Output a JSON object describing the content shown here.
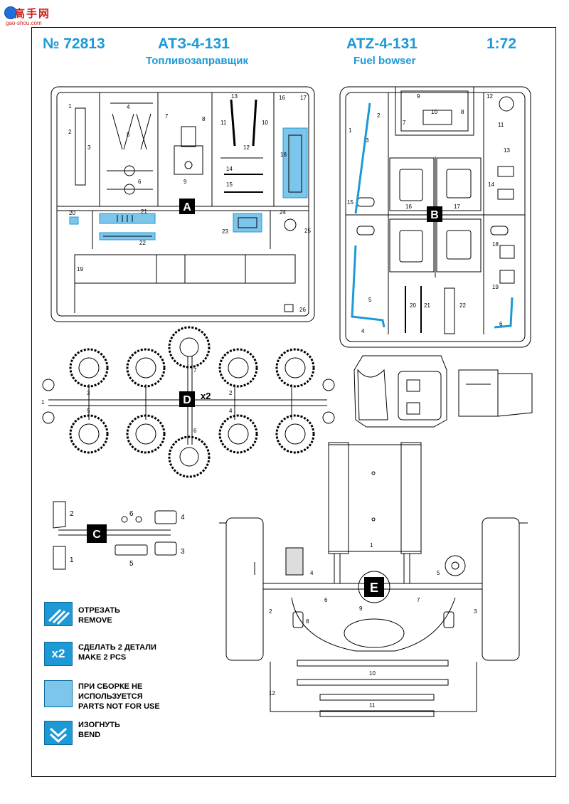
{
  "header": {
    "catalog_number": "№ 72813",
    "title_ru": "АТЗ-4-131",
    "subtitle_ru": "Топливозаправщик",
    "title_en": "ATZ-4-131",
    "subtitle_en": "Fuel bowser",
    "scale": "1:72"
  },
  "watermark": {
    "main": "高手网",
    "sub": "gao-shou.com"
  },
  "sprues": {
    "A": {
      "letter": "A",
      "part_numbers": [
        "1",
        "2",
        "3",
        "4",
        "5",
        "6",
        "7",
        "8",
        "9",
        "10",
        "11",
        "12",
        "13",
        "14",
        "15",
        "16",
        "17",
        "18",
        "19",
        "20",
        "21",
        "22",
        "23",
        "24",
        "25",
        "26"
      ]
    },
    "B": {
      "letter": "B",
      "part_numbers": [
        "1",
        "2",
        "3",
        "4",
        "5",
        "6",
        "7",
        "8",
        "9",
        "10",
        "11",
        "12",
        "13",
        "14",
        "15",
        "16",
        "17",
        "18",
        "19",
        "20",
        "21",
        "22"
      ]
    },
    "C": {
      "letter": "C",
      "part_numbers": [
        "1",
        "2",
        "3",
        "4",
        "5",
        "6"
      ]
    },
    "D": {
      "letter": "D",
      "multiplier": "x2",
      "part_numbers": [
        "1",
        "2",
        "3",
        "4",
        "5",
        "6",
        "7"
      ]
    },
    "E": {
      "letter": "E",
      "part_numbers": [
        "1",
        "2",
        "3",
        "4",
        "5",
        "6",
        "7",
        "8",
        "9",
        "10",
        "11",
        "12"
      ]
    }
  },
  "legend": [
    {
      "icon": "cut-icon",
      "text": "ОТРЕЗАТЬ\nREMOVE"
    },
    {
      "icon": "x2-icon",
      "icon_text": "x2",
      "text": "СДЕЛАТЬ  2 ДЕТАЛИ\nMAKE 2 PCS"
    },
    {
      "icon": "not-used-icon",
      "text": "ПРИ СБОРКЕ НЕ\nИСПОЛЬЗУЕТСЯ\nPARTS NOT FOR USE"
    },
    {
      "icon": "bend-icon",
      "text": "ИЗОГНУТЬ\nBEND"
    }
  ],
  "colors": {
    "accent": "#1d9ad6",
    "not_used": "#7cc6ec",
    "line": "#000000"
  }
}
